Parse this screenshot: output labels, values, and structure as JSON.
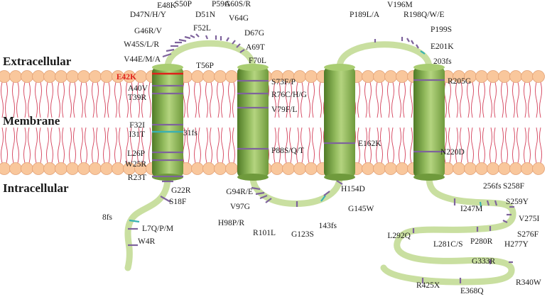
{
  "colors": {
    "lipid_head": "#f9c79c",
    "lipid_head_stroke": "#e2a074",
    "lipid_tail": "#d4405a",
    "protein_fill": "#c9dfa0",
    "helix_dark": "#4f7a26",
    "helix_light": "#a9cd72",
    "mutation_mark": "#7e639c",
    "frameshift_mark": "#38b2b2",
    "highlight_mark": "#e0201a",
    "text": "#1a1a1a"
  },
  "regions": {
    "extracellular": "Extracellular",
    "membrane": "Membrane",
    "intracellular": "Intracellular"
  },
  "mutations": [
    {
      "id": "e42k",
      "label": "E42K",
      "style": "highlight"
    },
    {
      "id": "a40v",
      "label": "A40V",
      "style": "normal"
    },
    {
      "id": "t39r",
      "label": "T39R",
      "style": "normal"
    },
    {
      "id": "f32i",
      "label": "F32I",
      "style": "normal"
    },
    {
      "id": "i31t",
      "label": "I31T",
      "style": "normal"
    },
    {
      "id": "fs31",
      "label": "31fs",
      "style": "frameshift"
    },
    {
      "id": "l26p",
      "label": "L26P",
      "style": "normal"
    },
    {
      "id": "w25r",
      "label": "W25R",
      "style": "normal"
    },
    {
      "id": "r23t",
      "label": "R23T",
      "style": "normal"
    },
    {
      "id": "g22r",
      "label": "G22R",
      "style": "normal"
    },
    {
      "id": "s18f",
      "label": "S18F",
      "style": "normal"
    },
    {
      "id": "fs8",
      "label": "8fs",
      "style": "frameshift"
    },
    {
      "id": "l7q",
      "label": "L7Q/P/M",
      "style": "normal"
    },
    {
      "id": "w4r",
      "label": "W4R",
      "style": "normal"
    },
    {
      "id": "v44e",
      "label": "V44E/M/A",
      "style": "normal"
    },
    {
      "id": "w45s",
      "label": "W45S/L/R",
      "style": "normal"
    },
    {
      "id": "g46r",
      "label": "G46R/V",
      "style": "normal"
    },
    {
      "id": "d47n",
      "label": "D47N/H/Y",
      "style": "normal"
    },
    {
      "id": "e48k",
      "label": "E48K",
      "style": "normal"
    },
    {
      "id": "s50p",
      "label": "S50P",
      "style": "normal"
    },
    {
      "id": "d51n",
      "label": "D51N",
      "style": "normal"
    },
    {
      "id": "f52l",
      "label": "F52L",
      "style": "normal"
    },
    {
      "id": "t56p",
      "label": "T56P",
      "style": "normal"
    },
    {
      "id": "p59a",
      "label": "P59A",
      "style": "normal"
    },
    {
      "id": "g60s",
      "label": "G60S/R",
      "style": "normal"
    },
    {
      "id": "v64g",
      "label": "V64G",
      "style": "normal"
    },
    {
      "id": "d67g",
      "label": "D67G",
      "style": "normal"
    },
    {
      "id": "a69t",
      "label": "A69T",
      "style": "normal"
    },
    {
      "id": "f70l",
      "label": "F70L",
      "style": "normal"
    },
    {
      "id": "s73f",
      "label": "S73F/P",
      "style": "normal"
    },
    {
      "id": "r76c",
      "label": "R76C/H/G",
      "style": "normal"
    },
    {
      "id": "v79f",
      "label": "V79F/L",
      "style": "normal"
    },
    {
      "id": "p88s",
      "label": "P88S/Q/T",
      "style": "normal"
    },
    {
      "id": "g94r",
      "label": "G94R/E",
      "style": "normal"
    },
    {
      "id": "v97g",
      "label": "V97G",
      "style": "normal"
    },
    {
      "id": "h98p",
      "label": "H98P/R",
      "style": "normal"
    },
    {
      "id": "r101l",
      "label": "R101L",
      "style": "normal"
    },
    {
      "id": "g123s",
      "label": "G123S",
      "style": "normal"
    },
    {
      "id": "fs143",
      "label": "143fs",
      "style": "frameshift"
    },
    {
      "id": "g145w",
      "label": "G145W",
      "style": "normal"
    },
    {
      "id": "h154d",
      "label": "H154D",
      "style": "normal"
    },
    {
      "id": "e162k",
      "label": "E162K",
      "style": "normal"
    },
    {
      "id": "p189l",
      "label": "P189L/A",
      "style": "normal"
    },
    {
      "id": "v196m",
      "label": "V196M",
      "style": "normal"
    },
    {
      "id": "r198q",
      "label": "R198Q/W/E",
      "style": "normal"
    },
    {
      "id": "p199s",
      "label": "P199S",
      "style": "normal"
    },
    {
      "id": "e201k",
      "label": "E201K",
      "style": "normal"
    },
    {
      "id": "fs203",
      "label": "203fs",
      "style": "frameshift"
    },
    {
      "id": "r205g",
      "label": "R205G",
      "style": "normal"
    },
    {
      "id": "n220d",
      "label": "N220D",
      "style": "normal"
    },
    {
      "id": "i247m",
      "label": "I247M",
      "style": "normal"
    },
    {
      "id": "fs256",
      "label": "256fs",
      "style": "frameshift"
    },
    {
      "id": "s258f",
      "label": "S258F",
      "style": "normal"
    },
    {
      "id": "s259y",
      "label": "S259Y",
      "style": "normal"
    },
    {
      "id": "v275i",
      "label": "V275I",
      "style": "normal"
    },
    {
      "id": "s276f",
      "label": "S276F",
      "style": "normal"
    },
    {
      "id": "h277y",
      "label": "H277Y",
      "style": "normal"
    },
    {
      "id": "p280r",
      "label": "P280R",
      "style": "normal"
    },
    {
      "id": "l281c",
      "label": "L281C/S",
      "style": "normal"
    },
    {
      "id": "l292q",
      "label": "L292Q",
      "style": "normal"
    },
    {
      "id": "g333r",
      "label": "G333R",
      "style": "normal"
    },
    {
      "id": "r340w",
      "label": "R340W",
      "style": "normal"
    },
    {
      "id": "e368q",
      "label": "E368Q",
      "style": "normal"
    },
    {
      "id": "r425x",
      "label": "R425X",
      "style": "normal"
    }
  ]
}
